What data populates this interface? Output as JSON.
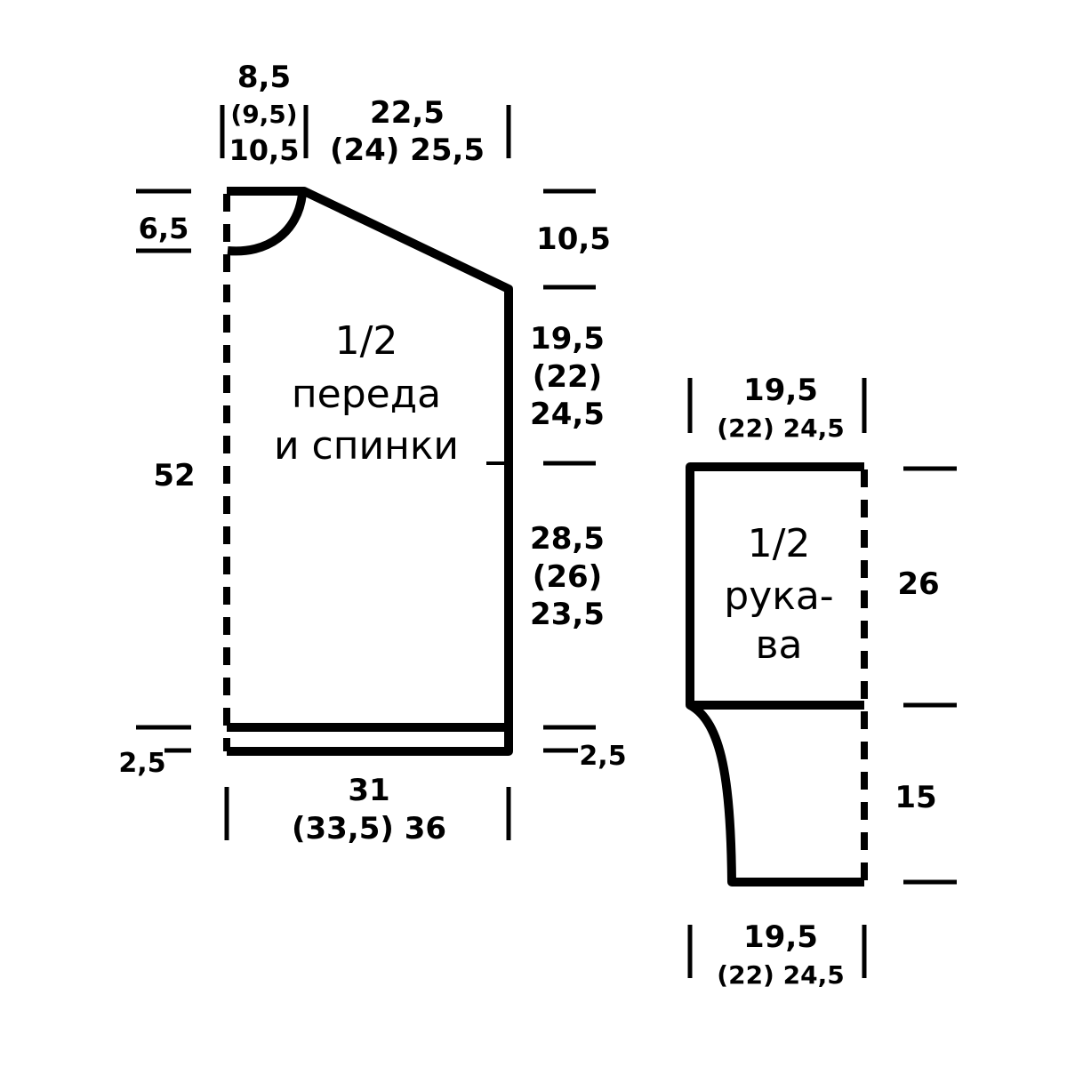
{
  "body_piece": {
    "label_line1": "1/2",
    "label_line2": "переда",
    "label_line3": "и спинки",
    "top_shoulder_top": "8,5",
    "top_shoulder_mid": "(9,5)",
    "top_shoulder_bot": "10,5",
    "top_right_line1": "22,5",
    "top_right_line2": "(24) 25,5",
    "neck_depth": "6,5",
    "shoulder_slope": "10,5",
    "armhole_line1": "19,5",
    "armhole_line2": "(22)",
    "armhole_line3": "24,5",
    "total_height": "52",
    "side_line1": "28,5",
    "side_line2": "(26)",
    "side_line3": "23,5",
    "hem_left": "2,5",
    "hem_right": "2,5",
    "width_line1": "31",
    "width_line2": "(33,5) 36"
  },
  "sleeve_piece": {
    "label_line1": "1/2",
    "label_line2": "рука-",
    "label_line3": "ва",
    "top_width_line1": "19,5",
    "top_width_line2": "(22) 24,5",
    "upper_height": "26",
    "lower_height": "15",
    "bottom_width_line1": "19,5",
    "bottom_width_line2": "(22) 24,5"
  }
}
